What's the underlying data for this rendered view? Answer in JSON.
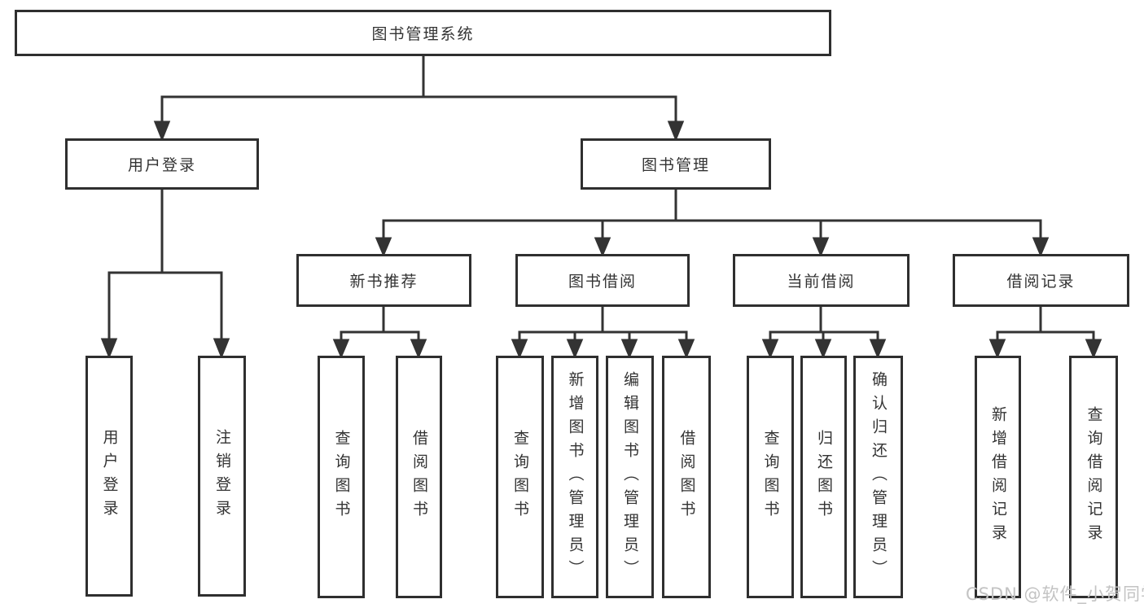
{
  "tree": {
    "root": {
      "label": "图书管理系统",
      "children": [
        {
          "label": "用户登录",
          "children": [
            {
              "label": "用户登录"
            },
            {
              "label": "注销登录"
            }
          ]
        },
        {
          "label": "图书管理",
          "children": [
            {
              "label": "新书推荐",
              "children": [
                {
                  "label": "查询图书"
                },
                {
                  "label": "借阅图书"
                }
              ]
            },
            {
              "label": "图书借阅",
              "children": [
                {
                  "label": "查询图书"
                },
                {
                  "label": "新增图书（管理员）"
                },
                {
                  "label": "编辑图书（管理员）"
                },
                {
                  "label": "借阅图书"
                }
              ]
            },
            {
              "label": "当前借阅",
              "children": [
                {
                  "label": "查询图书"
                },
                {
                  "label": "归还图书"
                },
                {
                  "label": "确认归还（管理员）"
                }
              ]
            },
            {
              "label": "借阅记录",
              "children": [
                {
                  "label": "新增借阅记录"
                },
                {
                  "label": "查询借阅记录"
                }
              ]
            }
          ]
        }
      ]
    }
  },
  "watermark": {
    "text": "CSDN @软件_小贺同学"
  },
  "colors": {
    "line": "#333333",
    "border": "#2f2f2f",
    "text": "#333333",
    "watermark": "#c3c3c3",
    "background": "#ffffff"
  }
}
